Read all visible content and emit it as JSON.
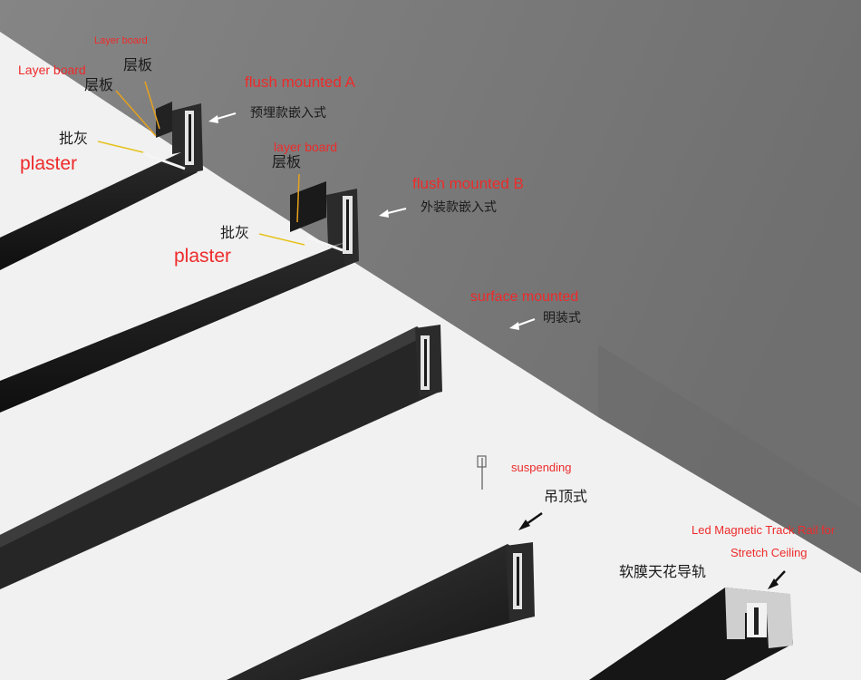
{
  "labels": {
    "layer_board_1_en": "Layer board",
    "layer_board_2_en": "Layer board",
    "layer_board_1_cn": "层板",
    "layer_board_2_cn": "层板",
    "flush_a_en": "flush mounted A",
    "flush_a_cn": "预埋款嵌入式",
    "plaster_1_cn": "批灰",
    "plaster_1_en": "plaster",
    "layer_board_3_en": "layer board",
    "layer_board_3_cn": "层板",
    "flush_b_en": "flush mounted B",
    "flush_b_cn": "外装款嵌入式",
    "plaster_2_cn": "批灰",
    "plaster_2_en": "plaster",
    "surface_en": "surface mounted",
    "surface_cn": "明装式",
    "suspending_en": "suspending",
    "suspending_cn": "吊顶式",
    "stretch_en_1": "Led Magnetic Track Rail for",
    "stretch_en_2": "Stretch Ceiling",
    "stretch_cn": "软膜天花导轨"
  },
  "colors": {
    "ceiling": "#7b7b7b",
    "wall": "#f1f1f1",
    "rail": "#1b1b1b",
    "accent_red": "#ee2b2b"
  }
}
